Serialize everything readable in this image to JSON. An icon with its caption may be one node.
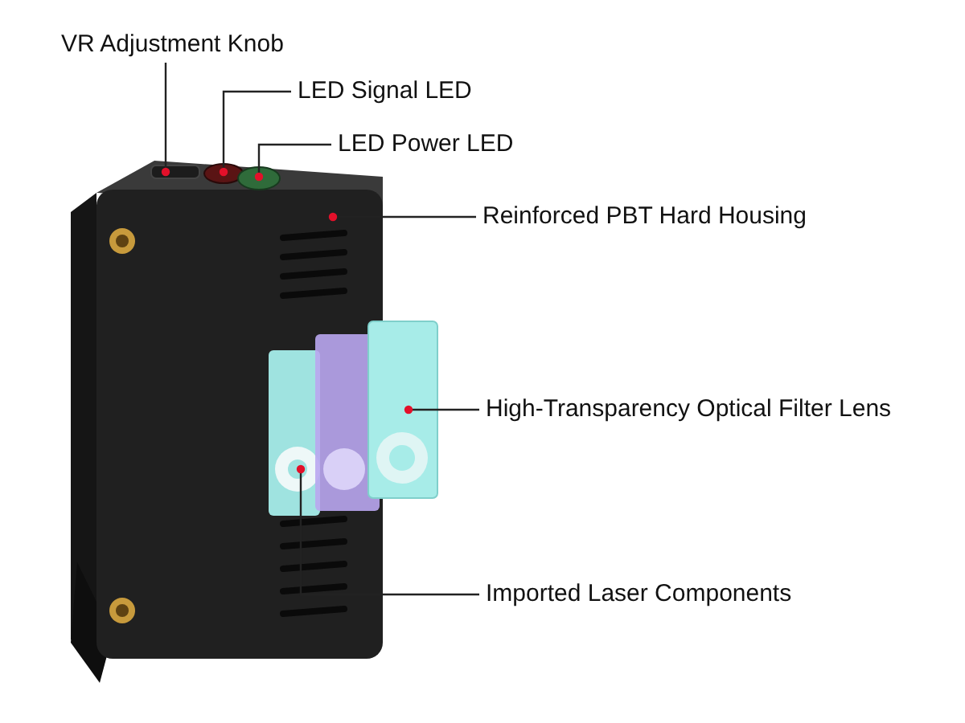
{
  "diagram": {
    "nodes": [
      {
        "text": [
          "VR Adjustment Knob"
        ]
      },
      {
        "text": [
          "LED Signal LED"
        ]
      },
      {
        "text": [
          "LED Power LED"
        ]
      },
      {
        "text": [
          "Reinforced PBT Hard Housing"
        ]
      },
      {
        "text": [
          "High-Transparency Optical Filter Lens"
        ]
      },
      {
        "text": [
          "Imported Laser Components"
        ]
      },
      {
        "text": [],
        "shape": "box"
      },
      {
        "text": [],
        "shape": "circle"
      },
      {
        "text": [],
        "shape": "circle"
      },
      {
        "text": [],
        "shape": "picture"
      },
      {
        "text": [],
        "shape": "picture"
      },
      {
        "text": [],
        "shape": "picture",
        "in": 9
      }
    ],
    "edges": [
      {
        "from": 0,
        "to": 6,
        "arrow": "other"
      },
      {
        "from": 1,
        "to": 7,
        "arrow": "other"
      },
      {
        "from": 2,
        "to": 8,
        "arrow": "other"
      },
      {
        "from": 3,
        "to": 9,
        "arrow": "other"
      },
      {
        "from": 4,
        "to": 10,
        "arrow": "other"
      },
      {
        "from": 5,
        "to": 11,
        "arrow": "other"
      }
    ]
  }
}
